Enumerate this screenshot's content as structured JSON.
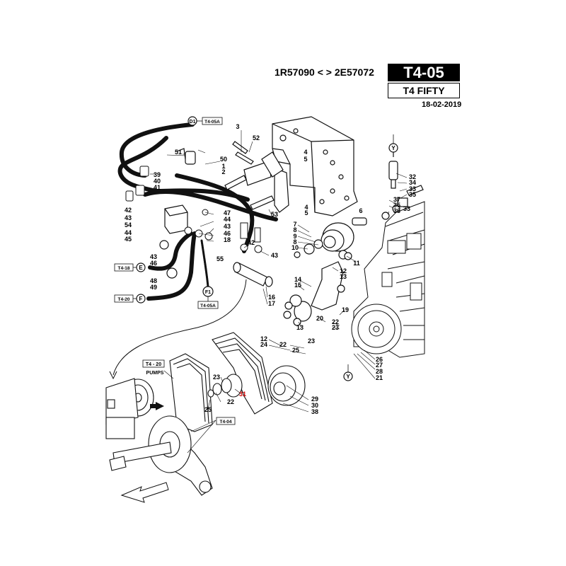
{
  "header": {
    "serial_range": "1R57090 < > 2E57072",
    "page_code": "T4-05",
    "model": "T4 FIFTY",
    "date": "18-02-2019"
  },
  "refs": {
    "d1": "D1",
    "e": "E",
    "f": "F",
    "f1": "F1",
    "y": "Y",
    "t4_05a": "T4-05A",
    "t4_18": "T4-18",
    "t4_20a": "T4-20",
    "t4_20b": "T4 - 20",
    "t4_04": "T4-04",
    "pumps": "PUMPS"
  },
  "parts": [
    {
      "id": "p3a",
      "n": "3"
    },
    {
      "id": "p52",
      "n": "52"
    },
    {
      "id": "p4a",
      "n": "4"
    },
    {
      "id": "p5a",
      "n": "5"
    },
    {
      "id": "p51",
      "n": "51"
    },
    {
      "id": "p50",
      "n": "50"
    },
    {
      "id": "p1",
      "n": "1"
    },
    {
      "id": "p2",
      "n": "2"
    },
    {
      "id": "p39",
      "n": "39"
    },
    {
      "id": "p40",
      "n": "40"
    },
    {
      "id": "p41",
      "n": "41"
    },
    {
      "id": "p42a",
      "n": "42"
    },
    {
      "id": "p43a",
      "n": "43"
    },
    {
      "id": "p54",
      "n": "54"
    },
    {
      "id": "p44a",
      "n": "44"
    },
    {
      "id": "p45",
      "n": "45"
    },
    {
      "id": "p43b",
      "n": "43"
    },
    {
      "id": "p46a",
      "n": "46"
    },
    {
      "id": "p48",
      "n": "48"
    },
    {
      "id": "p49",
      "n": "49"
    },
    {
      "id": "p47",
      "n": "47"
    },
    {
      "id": "p44b",
      "n": "44"
    },
    {
      "id": "p43c",
      "n": "43"
    },
    {
      "id": "p46b",
      "n": "46"
    },
    {
      "id": "p18",
      "n": "18"
    },
    {
      "id": "p42b",
      "n": "42"
    },
    {
      "id": "p53",
      "n": "53"
    },
    {
      "id": "p4b",
      "n": "4"
    },
    {
      "id": "p5b",
      "n": "5"
    },
    {
      "id": "p6",
      "n": "6"
    },
    {
      "id": "p7",
      "n": "7"
    },
    {
      "id": "p8a",
      "n": "8"
    },
    {
      "id": "p9",
      "n": "9"
    },
    {
      "id": "p8b",
      "n": "8"
    },
    {
      "id": "p10",
      "n": "10"
    },
    {
      "id": "p43d",
      "n": "43"
    },
    {
      "id": "p55",
      "n": "55"
    },
    {
      "id": "p11",
      "n": "11"
    },
    {
      "id": "p12a",
      "n": "12"
    },
    {
      "id": "p13a",
      "n": "13"
    },
    {
      "id": "p14",
      "n": "14"
    },
    {
      "id": "p15",
      "n": "15"
    },
    {
      "id": "p16",
      "n": "16"
    },
    {
      "id": "p17",
      "n": "17"
    },
    {
      "id": "p13b",
      "n": "13"
    },
    {
      "id": "p19",
      "n": "19"
    },
    {
      "id": "p20",
      "n": "20"
    },
    {
      "id": "p22a",
      "n": "22"
    },
    {
      "id": "p23a",
      "n": "23"
    },
    {
      "id": "p12b",
      "n": "12"
    },
    {
      "id": "p24",
      "n": "24"
    },
    {
      "id": "p22b",
      "n": "22"
    },
    {
      "id": "p23b",
      "n": "23"
    },
    {
      "id": "p25a",
      "n": "25"
    },
    {
      "id": "p26",
      "n": "26"
    },
    {
      "id": "p27",
      "n": "27"
    },
    {
      "id": "p28",
      "n": "28"
    },
    {
      "id": "p21",
      "n": "21"
    },
    {
      "id": "p32",
      "n": "32"
    },
    {
      "id": "p34",
      "n": "34"
    },
    {
      "id": "p33a",
      "n": "33"
    },
    {
      "id": "p35a",
      "n": "35"
    },
    {
      "id": "p37",
      "n": "37"
    },
    {
      "id": "p35b",
      "n": "35"
    },
    {
      "id": "p33b",
      "n": "33"
    },
    {
      "id": "p36",
      "n": "36"
    },
    {
      "id": "p23c",
      "n": "23"
    },
    {
      "id": "p22c",
      "n": "22"
    },
    {
      "id": "p25b",
      "n": "25"
    },
    {
      "id": "p31",
      "n": "31"
    },
    {
      "id": "p29",
      "n": "29"
    },
    {
      "id": "p30",
      "n": "30"
    },
    {
      "id": "p38",
      "n": "38"
    }
  ],
  "highlight_color": "#cc0000"
}
